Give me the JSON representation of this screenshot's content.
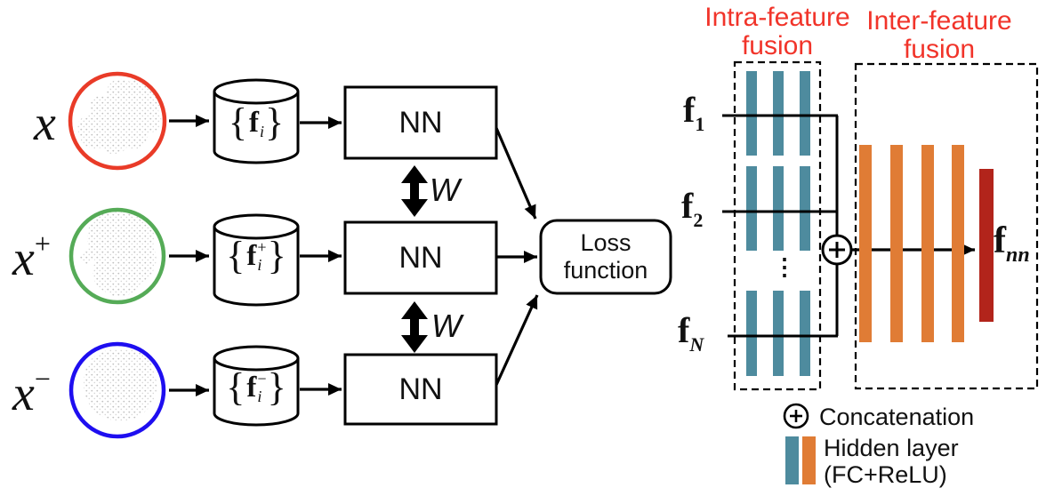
{
  "colors": {
    "teal": "#4e8b9e",
    "orange": "#e07c35",
    "dark_red": "#b2241b",
    "title_red": "#f1342a",
    "circle_red": "#e93b28",
    "circle_green": "#55ab57",
    "circle_blue": "#1e0ef0",
    "line_black": "#000000"
  },
  "triplet": {
    "rows": [
      {
        "input": {
          "base": "x",
          "sup": ""
        },
        "features": {
          "open": "{",
          "f": "f",
          "sub": "i",
          "sup": "",
          "close": "}"
        },
        "network": "NN"
      },
      {
        "input": {
          "base": "x",
          "sup": "+"
        },
        "features": {
          "open": "{",
          "f": "f",
          "sub": "i",
          "sup": "+",
          "close": "}"
        },
        "network": "NN"
      },
      {
        "input": {
          "base": "x",
          "sup": "−"
        },
        "features": {
          "open": "{",
          "f": "f",
          "sub": "i",
          "sup": "−",
          "close": "}"
        },
        "network": "NN"
      }
    ],
    "shared_weights_label": "W",
    "loss": {
      "line1": "Loss",
      "line2": "function"
    }
  },
  "fusion": {
    "intra": {
      "title1": "Intra-feature",
      "title2": "fusion",
      "inputs": [
        {
          "f": "f",
          "sub": "1"
        },
        {
          "f": "f",
          "sub": "2"
        },
        {
          "f": "f",
          "sub": "N"
        }
      ],
      "ellipsis": "⋮",
      "layers_per_input": 3
    },
    "inter": {
      "title1": "Inter-feature",
      "title2": "fusion",
      "hidden_layers": 4,
      "output": {
        "f": "f",
        "sub": "nn"
      }
    }
  },
  "legend": {
    "concatenation": "Concatenation",
    "hidden_line1": "Hidden layer",
    "hidden_line2": "(FC+ReLU)"
  }
}
